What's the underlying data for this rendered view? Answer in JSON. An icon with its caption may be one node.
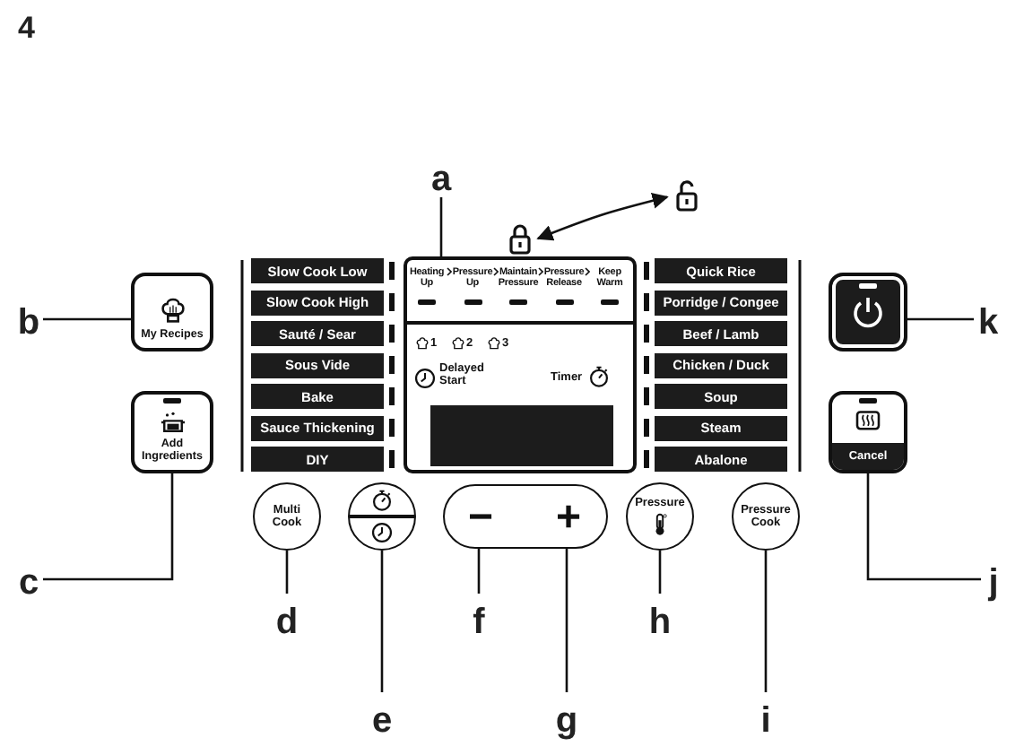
{
  "diagram": {
    "nodes": [
      {
        "text": [
          "a"
        ]
      },
      {
        "text": [],
        "shape": "lock"
      },
      {
        "text": [],
        "shape": "lock"
      },
      {
        "text": [
          "Heating Up",
          "Pressure Up",
          "Maintain Pressure",
          "Pressure Release",
          "Keep Warm",
          "1",
          "2",
          "3",
          "Delayed Start",
          "Timer"
        ]
      },
      {
        "text": [
          "b"
        ]
      },
      {
        "text": [
          "My Recipes"
        ]
      },
      {
        "text": [
          "Slow Cook Low"
        ]
      },
      {
        "text": [
          "Slow Cook High"
        ]
      },
      {
        "text": [
          "Sauté / Sear"
        ]
      },
      {
        "text": [
          "Sous Vide"
        ]
      },
      {
        "text": [
          "Bake"
        ]
      },
      {
        "text": [
          "Sauce Thickening"
        ]
      },
      {
        "text": [
          "DIY"
        ]
      },
      {
        "text": [
          "Quick Rice"
        ]
      },
      {
        "text": [
          "Porridge / Congee"
        ]
      },
      {
        "text": [
          "Beef / Lamb"
        ]
      },
      {
        "text": [
          "Chicken / Duck"
        ]
      },
      {
        "text": [
          "Soup"
        ]
      },
      {
        "text": [
          "Steam"
        ]
      },
      {
        "text": [
          "Abalone"
        ]
      },
      {
        "text": [
          "k"
        ]
      },
      {
        "text": [],
        "shape": "box"
      },
      {
        "text": [
          "Add Ingredients"
        ]
      },
      {
        "text": [
          "Cancel"
        ]
      },
      {
        "text": [
          "c"
        ]
      },
      {
        "text": [
          "j"
        ]
      },
      {
        "text": [
          "Multi Cook"
        ]
      },
      {
        "text": [],
        "shape": "circle"
      },
      {
        "text": [],
        "shape": "box"
      },
      {
        "text": [
          "−"
        ],
        "in": 28
      },
      {
        "text": [
          "+"
        ],
        "in": 28
      },
      {
        "text": [
          "Pressure"
        ]
      },
      {
        "text": [
          "Pressure Cook"
        ]
      },
      {
        "text": [
          "d"
        ]
      },
      {
        "text": [
          "f"
        ]
      },
      {
        "text": [
          "h"
        ]
      },
      {
        "text": [
          "e"
        ]
      },
      {
        "text": [
          "g"
        ]
      },
      {
        "text": [
          "i"
        ]
      },
      {
        "text": [],
        "shape": "box",
        "in": 3
      }
    ],
    "edges": [
      {
        "from": 0,
        "to": 3,
        "arrow": "none"
      },
      {
        "from": 2,
        "to": 1,
        "arrow": "both"
      },
      {
        "from": 4,
        "to": 5,
        "arrow": "none"
      },
      {
        "from": 20,
        "to": 21,
        "arrow": "none"
      },
      {
        "from": 24,
        "to": 22,
        "arrow": "none"
      },
      {
        "from": 25,
        "to": 23,
        "arrow": "none"
      },
      {
        "from": 33,
        "to": 26,
        "arrow": "none"
      },
      {
        "from": 36,
        "to": 27,
        "arrow": "none"
      },
      {
        "from": 34,
        "to": 29,
        "arrow": "none"
      },
      {
        "from": 37,
        "to": 30,
        "arrow": "none"
      },
      {
        "from": 35,
        "to": 31,
        "arrow": "none"
      },
      {
        "from": 38,
        "to": 32,
        "arrow": "none"
      }
    ],
    "labels": [
      "4"
    ]
  }
}
